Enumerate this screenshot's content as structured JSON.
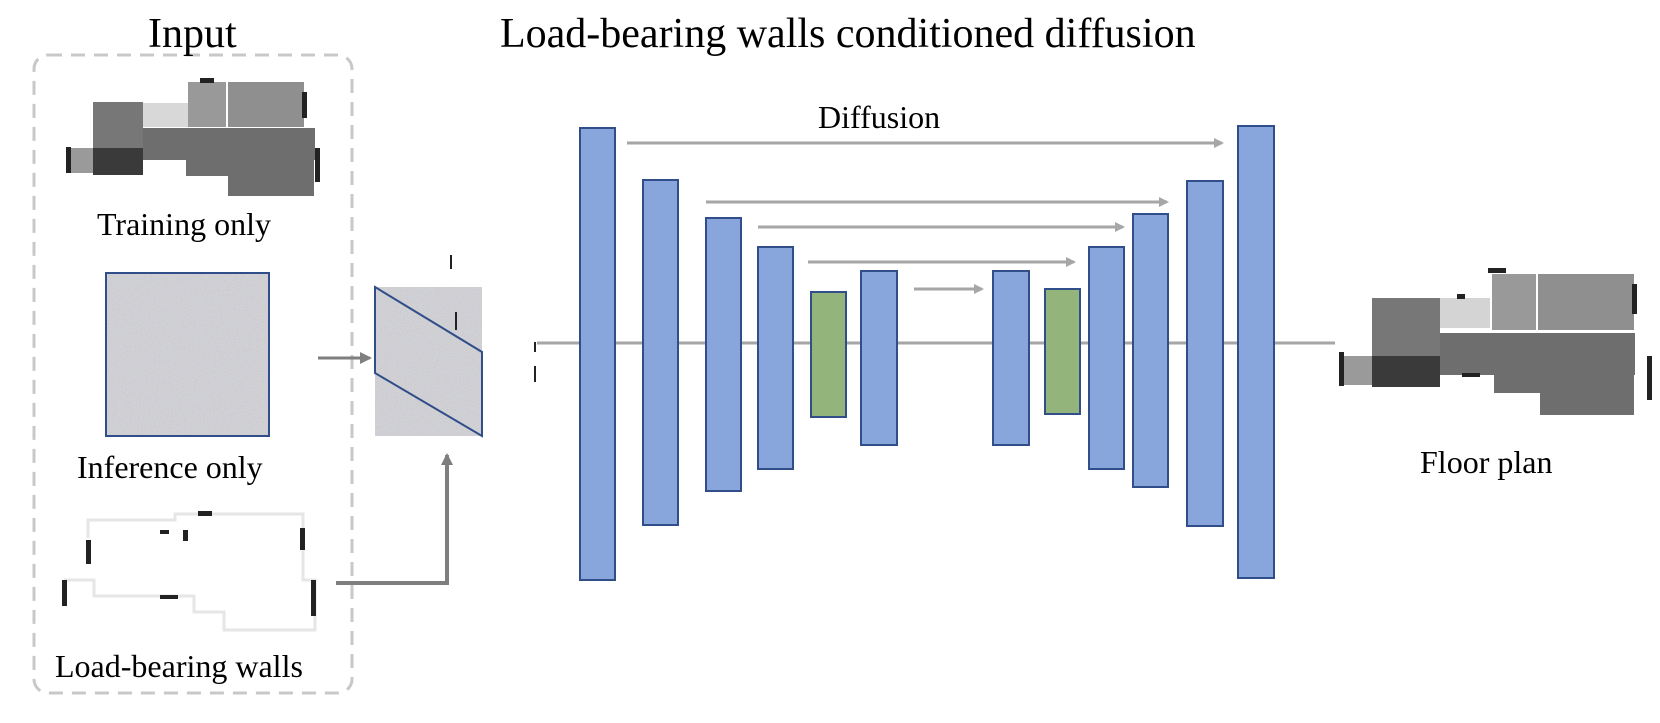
{
  "title": "Load-bearing walls conditioned diffusion",
  "input_panel": {
    "title": "Input",
    "items": [
      {
        "label": "Training only"
      },
      {
        "label": "Inference only"
      },
      {
        "label": "Load-bearing walls"
      }
    ]
  },
  "unet": {
    "skip_label": "Diffusion"
  },
  "output": {
    "label": "Floor plan"
  },
  "colors": {
    "encoder_block": "#88a6dc",
    "bottleneck_block": "#93b57c",
    "block_border": "#2f4e8a",
    "arrow": "#a6a6a6",
    "dark_arrow": "#7f7f7f",
    "dashed_border": "#c8c8c8"
  }
}
